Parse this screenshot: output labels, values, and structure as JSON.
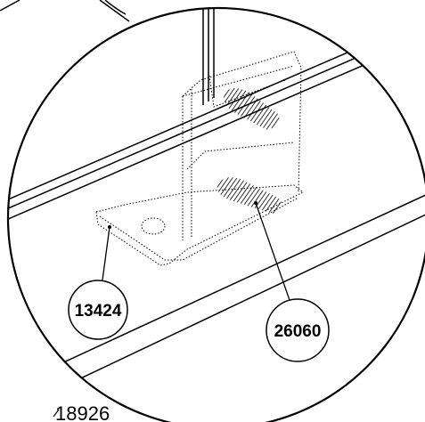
{
  "callouts": [
    {
      "id": "13424"
    },
    {
      "id": "26060"
    }
  ],
  "reference": {
    "id": "18926"
  }
}
